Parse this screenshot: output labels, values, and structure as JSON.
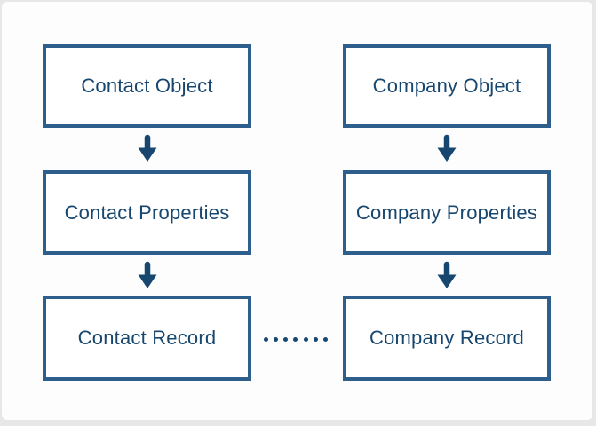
{
  "page": {
    "background_color": "#e7e7e7",
    "card_color": "#fdfdfd"
  },
  "colors": {
    "box_border": "#2e5f8c",
    "box_fill": "#ffffff",
    "text": "#17466f",
    "connector": "#17466f"
  },
  "diagram": {
    "columns": [
      {
        "name": "contact",
        "boxes": [
          {
            "label": "Contact Object"
          },
          {
            "label": "Contact Properties"
          },
          {
            "label": "Contact Record"
          }
        ]
      },
      {
        "name": "company",
        "boxes": [
          {
            "label": "Company Object"
          },
          {
            "label": "Company Properties"
          },
          {
            "label": "Company Record"
          }
        ]
      }
    ],
    "vertical_connector": "down-arrow",
    "horizontal_connector": {
      "type": "dotted-line",
      "dot_count": 7
    }
  }
}
